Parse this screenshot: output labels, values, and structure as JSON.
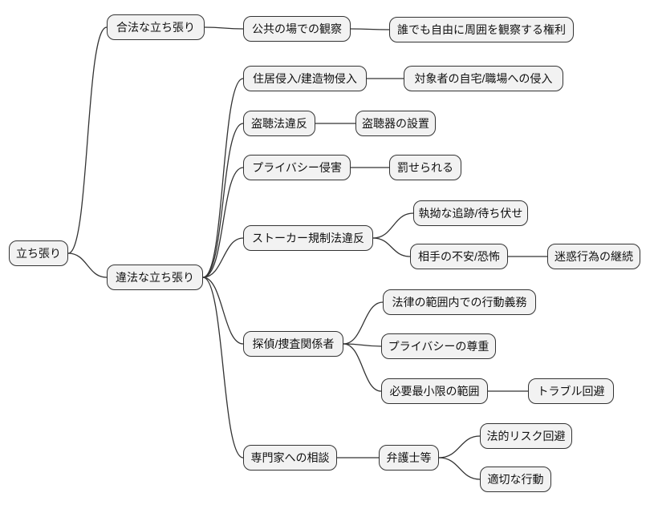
{
  "diagram": {
    "type": "mindmap",
    "background_color": "#ffffff",
    "node_fill_color": "#f2f2f2",
    "node_border_color": "#333333",
    "edge_color": "#333333",
    "text_color": "#111111"
  },
  "nodes": {
    "root": "立ち張り",
    "legal": "合法な立ち張り",
    "public_observation": "公共の場での観察",
    "observe_right": "誰でも自由に周囲を観察する権利",
    "illegal": "違法な立ち張り",
    "trespass": "住居侵入/建造物侵入",
    "home_intrusion": "対象者の自宅/職場への侵入",
    "wiretap": "盗聴法違反",
    "wiretap_device": "盗聴器の設置",
    "privacy": "プライバシー侵害",
    "punishable": "罰せられる",
    "stalker": "ストーカー規制法違反",
    "pursuit": "執拗な追跡/待ち伏せ",
    "fear": "相手の不安/恐怖",
    "nuisance": "迷惑行為の継続",
    "detective": "探偵/捜査関係者",
    "legal_duty": "法律の範囲内での行動義務",
    "privacy_respect": "プライバシーの尊重",
    "minimum_scope": "必要最小限の範囲",
    "trouble_avoid": "トラブル回避",
    "consult": "専門家への相談",
    "lawyer": "弁護士等",
    "risk_avoid": "法的リスク回避",
    "appropriate": "適切な行動"
  },
  "edges": [
    [
      "root",
      "legal"
    ],
    [
      "legal",
      "public_observation"
    ],
    [
      "public_observation",
      "observe_right"
    ],
    [
      "root",
      "illegal"
    ],
    [
      "illegal",
      "trespass"
    ],
    [
      "trespass",
      "home_intrusion"
    ],
    [
      "illegal",
      "wiretap"
    ],
    [
      "wiretap",
      "wiretap_device"
    ],
    [
      "illegal",
      "privacy"
    ],
    [
      "privacy",
      "punishable"
    ],
    [
      "illegal",
      "stalker"
    ],
    [
      "stalker",
      "pursuit"
    ],
    [
      "stalker",
      "fear"
    ],
    [
      "fear",
      "nuisance"
    ],
    [
      "illegal",
      "detective"
    ],
    [
      "detective",
      "legal_duty"
    ],
    [
      "detective",
      "privacy_respect"
    ],
    [
      "detective",
      "minimum_scope"
    ],
    [
      "minimum_scope",
      "trouble_avoid"
    ],
    [
      "illegal",
      "consult"
    ],
    [
      "consult",
      "lawyer"
    ],
    [
      "lawyer",
      "risk_avoid"
    ],
    [
      "lawyer",
      "appropriate"
    ]
  ]
}
